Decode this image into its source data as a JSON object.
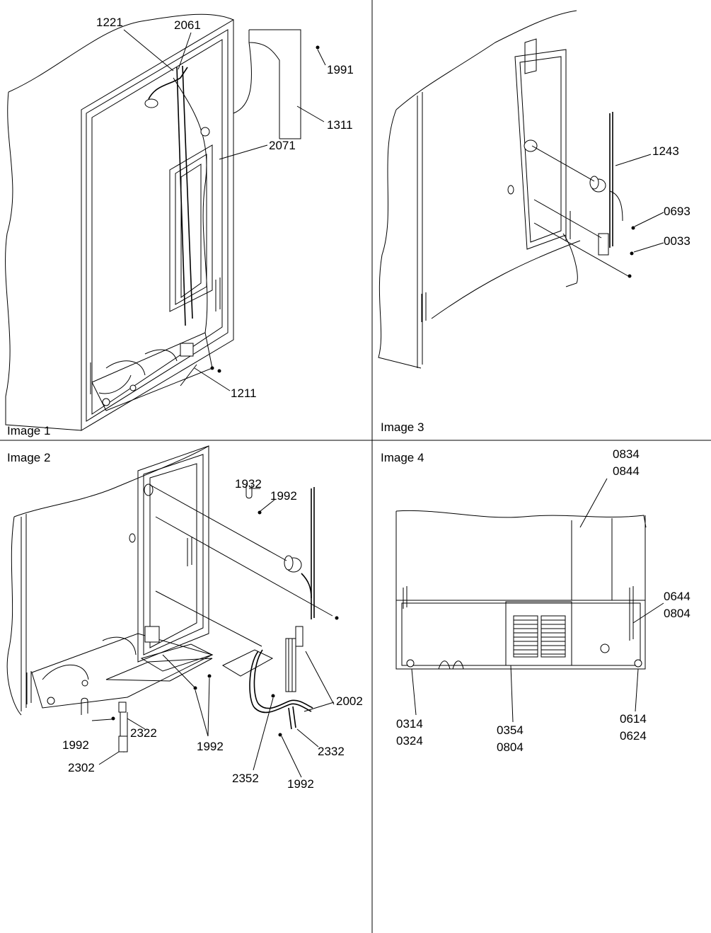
{
  "panels": [
    {
      "title": "Image 1",
      "callouts": [
        "1221",
        "2061",
        "1991",
        "1311",
        "2071",
        "1211"
      ]
    },
    {
      "title": "Image 2",
      "callouts": [
        "1932",
        "1992",
        "2002",
        "2332",
        "1992",
        "2352",
        "2322",
        "1992",
        "1992",
        "2302"
      ]
    },
    {
      "title": "Image 3",
      "callouts": [
        "1243",
        "0693",
        "0033"
      ]
    },
    {
      "title": "Image 4",
      "callouts": [
        "0834",
        "0844",
        "0644",
        "0804",
        "0314",
        "0324",
        "0354",
        "0804",
        "0614",
        "0624"
      ]
    }
  ]
}
